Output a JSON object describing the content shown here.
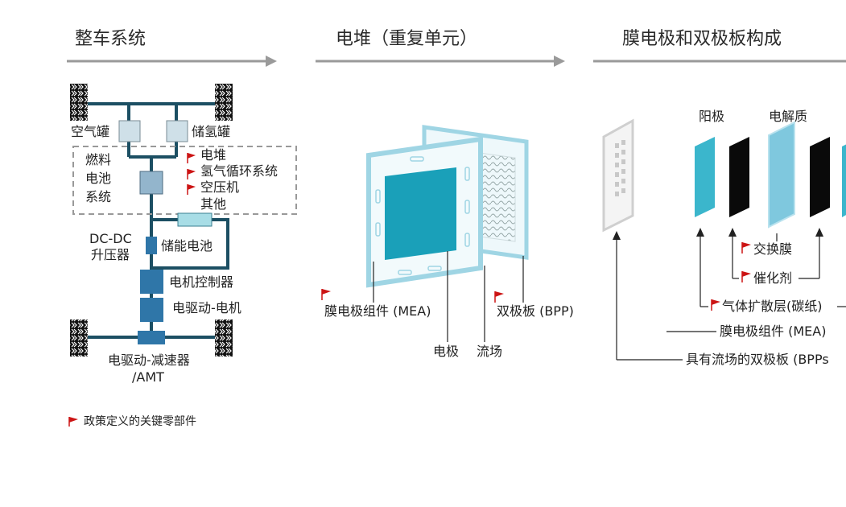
{
  "sections": {
    "vehicle": {
      "title": "整车系统"
    },
    "stack": {
      "title": "电堆（重复单元）"
    },
    "mea": {
      "title": "膜电极和双极板构成"
    }
  },
  "vehicle": {
    "air_tank": "空气罐",
    "h2_tank": "储氢罐",
    "fuel_cell": [
      "燃料",
      "电池",
      "系统"
    ],
    "components": [
      "电堆",
      "氢气循环系统",
      "空压机",
      "其他"
    ],
    "dcdc": [
      "DC-DC",
      "升压器"
    ],
    "battery": "储能电池",
    "motor_controller": "电机控制器",
    "motor": "电驱动-电机",
    "reducer": [
      "电驱动-减速器",
      "/AMT"
    ],
    "legend": "政策定义的关键零部件"
  },
  "stack": {
    "mea_label": "膜电极组件 (MEA)",
    "bpp_label": "双极板 (BPP)",
    "electrode": "电极",
    "flow_field": "流场"
  },
  "mea": {
    "anode": "阳极",
    "electrolyte": "电解质",
    "exchange_membrane": "交换膜",
    "catalyst": "催化剂",
    "gdl": "气体扩散层(碳纸)",
    "mea_assembly": "膜电极组件 (MEA)",
    "bpp": "具有流场的双极板 (BPPs"
  },
  "colors": {
    "frame": "#1c4f63",
    "tank": "#cfe0e8",
    "fuel_cell": "#93b5cc",
    "component": "#2f76a8",
    "flag": "#cc1414",
    "mea_active": "#1aa0b9",
    "anode": "#3bb6cc",
    "dark_layer": "#0a0a0a",
    "electrolyte": "#7fc8de",
    "plate_fill": "#f2fafc",
    "plate_edge": "#9fd5e4",
    "arrow": "#9a9a9a"
  },
  "icons": {
    "flag": "flag-icon",
    "tire": "tire-icon",
    "arrow": "arrow-right-icon"
  }
}
